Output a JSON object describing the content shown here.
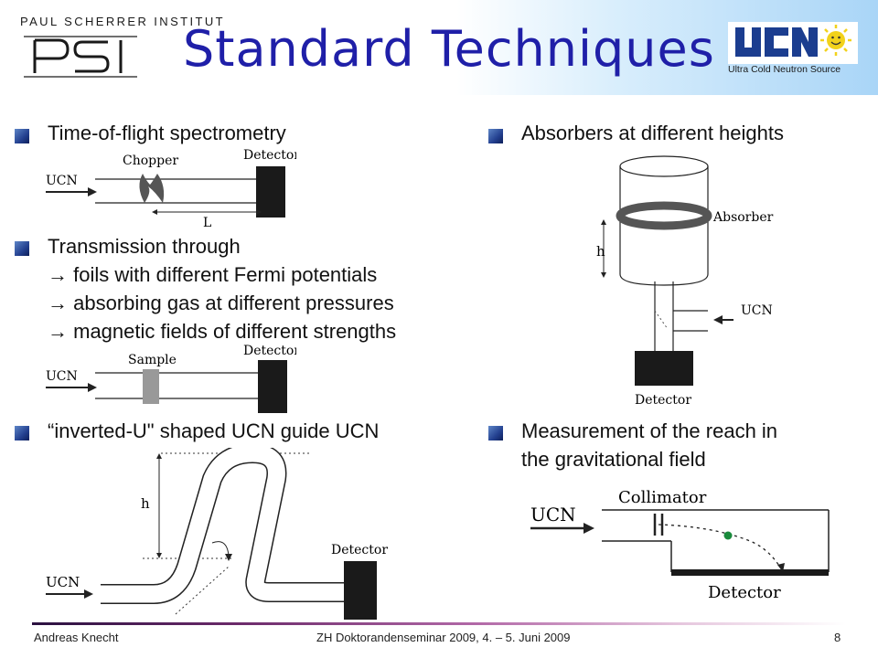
{
  "header": {
    "institute_name": "PAUL SCHERRER INSTITUT",
    "institute_mark": "PSI",
    "title": "Standard Techniques",
    "ucn_logo_text": "UCN",
    "ucn_logo_caption": "Ultra Cold Neutron Source"
  },
  "left": {
    "tof": {
      "heading": "Time-of-flight spectrometry",
      "diagram": {
        "ucn": "UCN",
        "chopper": "Chopper",
        "detector": "Detector",
        "length": "L"
      }
    },
    "transmission": {
      "heading": "Transmission through",
      "items": [
        "→ foils with different Fermi potentials",
        "→ absorbing gas at different pressures",
        "→ magnetic fields of different strengths"
      ],
      "diagram": {
        "ucn": "UCN",
        "sample": "Sample",
        "detector": "Detector"
      }
    },
    "inverted_u": {
      "heading": "“inverted-U\" shaped UCN guide UCN",
      "diagram": {
        "ucn": "UCN",
        "height": "h",
        "detector": "Detector"
      }
    }
  },
  "right": {
    "absorbers": {
      "heading": "Absorbers at different heights",
      "diagram": {
        "absorber": "Absorber",
        "height": "h",
        "ucn": "UCN",
        "detector": "Detector"
      }
    },
    "reach": {
      "heading_lines": [
        "Measurement of the reach in",
        "the gravitational field"
      ],
      "diagram": {
        "ucn": "UCN",
        "collimator": "Collimator",
        "detector": "Detector"
      }
    }
  },
  "footer": {
    "author": "Andreas Knecht",
    "event": "ZH Doktorandenseminar 2009, 4. – 5. Juni 2009",
    "page": "8"
  },
  "colors": {
    "title": "#1f1fa8",
    "bullet": "#23408f",
    "ucn_logo": "#1b3d8f",
    "sun": "#f2d21b"
  }
}
